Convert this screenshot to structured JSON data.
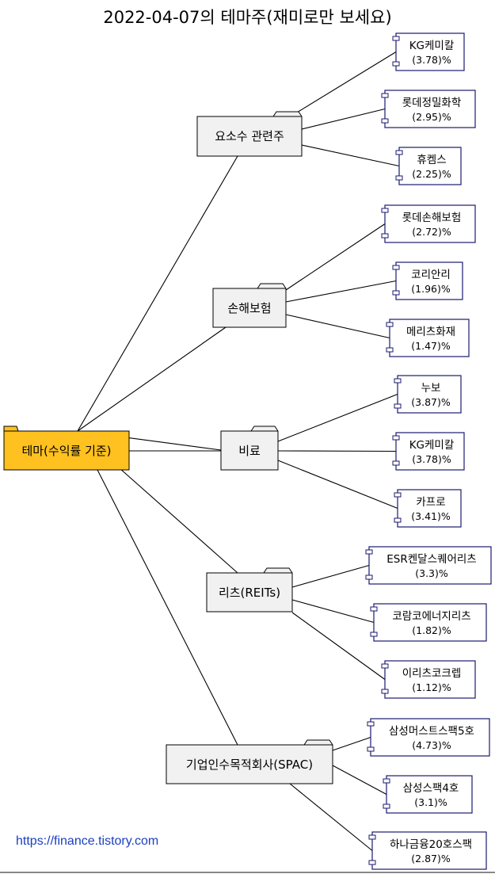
{
  "title": "2022-04-07의 테마주(재미로만 보세요)",
  "footer": "https://finance.tistory.com",
  "colors": {
    "root_fill": "#FEC11F",
    "folder_fill": "#F1F1F1",
    "component_border": "#1A1A70",
    "line": "#000000"
  },
  "root": {
    "label": "테마(수익률 기준)"
  },
  "themes": [
    {
      "name": "요소수 관련주",
      "stocks": [
        {
          "name": "KG케미칼",
          "ret": "(3.78)%"
        },
        {
          "name": "롯데정밀화학",
          "ret": "(2.95)%"
        },
        {
          "name": "휴켐스",
          "ret": "(2.25)%"
        }
      ]
    },
    {
      "name": "손해보험",
      "stocks": [
        {
          "name": "롯데손해보험",
          "ret": "(2.72)%"
        },
        {
          "name": "코리안리",
          "ret": "(1.96)%"
        },
        {
          "name": "메리츠화재",
          "ret": "(1.47)%"
        }
      ]
    },
    {
      "name": "비료",
      "stocks": [
        {
          "name": "누보",
          "ret": "(3.87)%"
        },
        {
          "name": "KG케미칼",
          "ret": "(3.78)%"
        },
        {
          "name": "카프로",
          "ret": "(3.41)%"
        }
      ]
    },
    {
      "name": "리츠(REITs)",
      "stocks": [
        {
          "name": "ESR켄달스퀘어리츠",
          "ret": "(3.3)%"
        },
        {
          "name": "코람코에너지리츠",
          "ret": "(1.82)%"
        },
        {
          "name": "이리츠코크렙",
          "ret": "(1.12)%"
        }
      ]
    },
    {
      "name": "기업인수목적회사(SPAC)",
      "stocks": [
        {
          "name": "삼성머스트스팩5호",
          "ret": "(4.73)%"
        },
        {
          "name": "삼성스팩4호",
          "ret": "(3.1)%"
        },
        {
          "name": "하나금융20호스팩",
          "ret": "(2.87)%"
        }
      ]
    }
  ]
}
